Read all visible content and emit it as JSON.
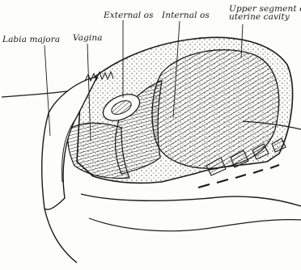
{
  "labels": {
    "labia_majora": "Labia majora",
    "vagina": "Vagina",
    "external_os": "External os",
    "internal_os": "Internal os",
    "upper_segment_line1": "Upper segment of",
    "upper_segment_line2": "uterine cavity"
  },
  "colors": {
    "ink": "#1a1a1a",
    "paper": "#fdfdfb"
  }
}
